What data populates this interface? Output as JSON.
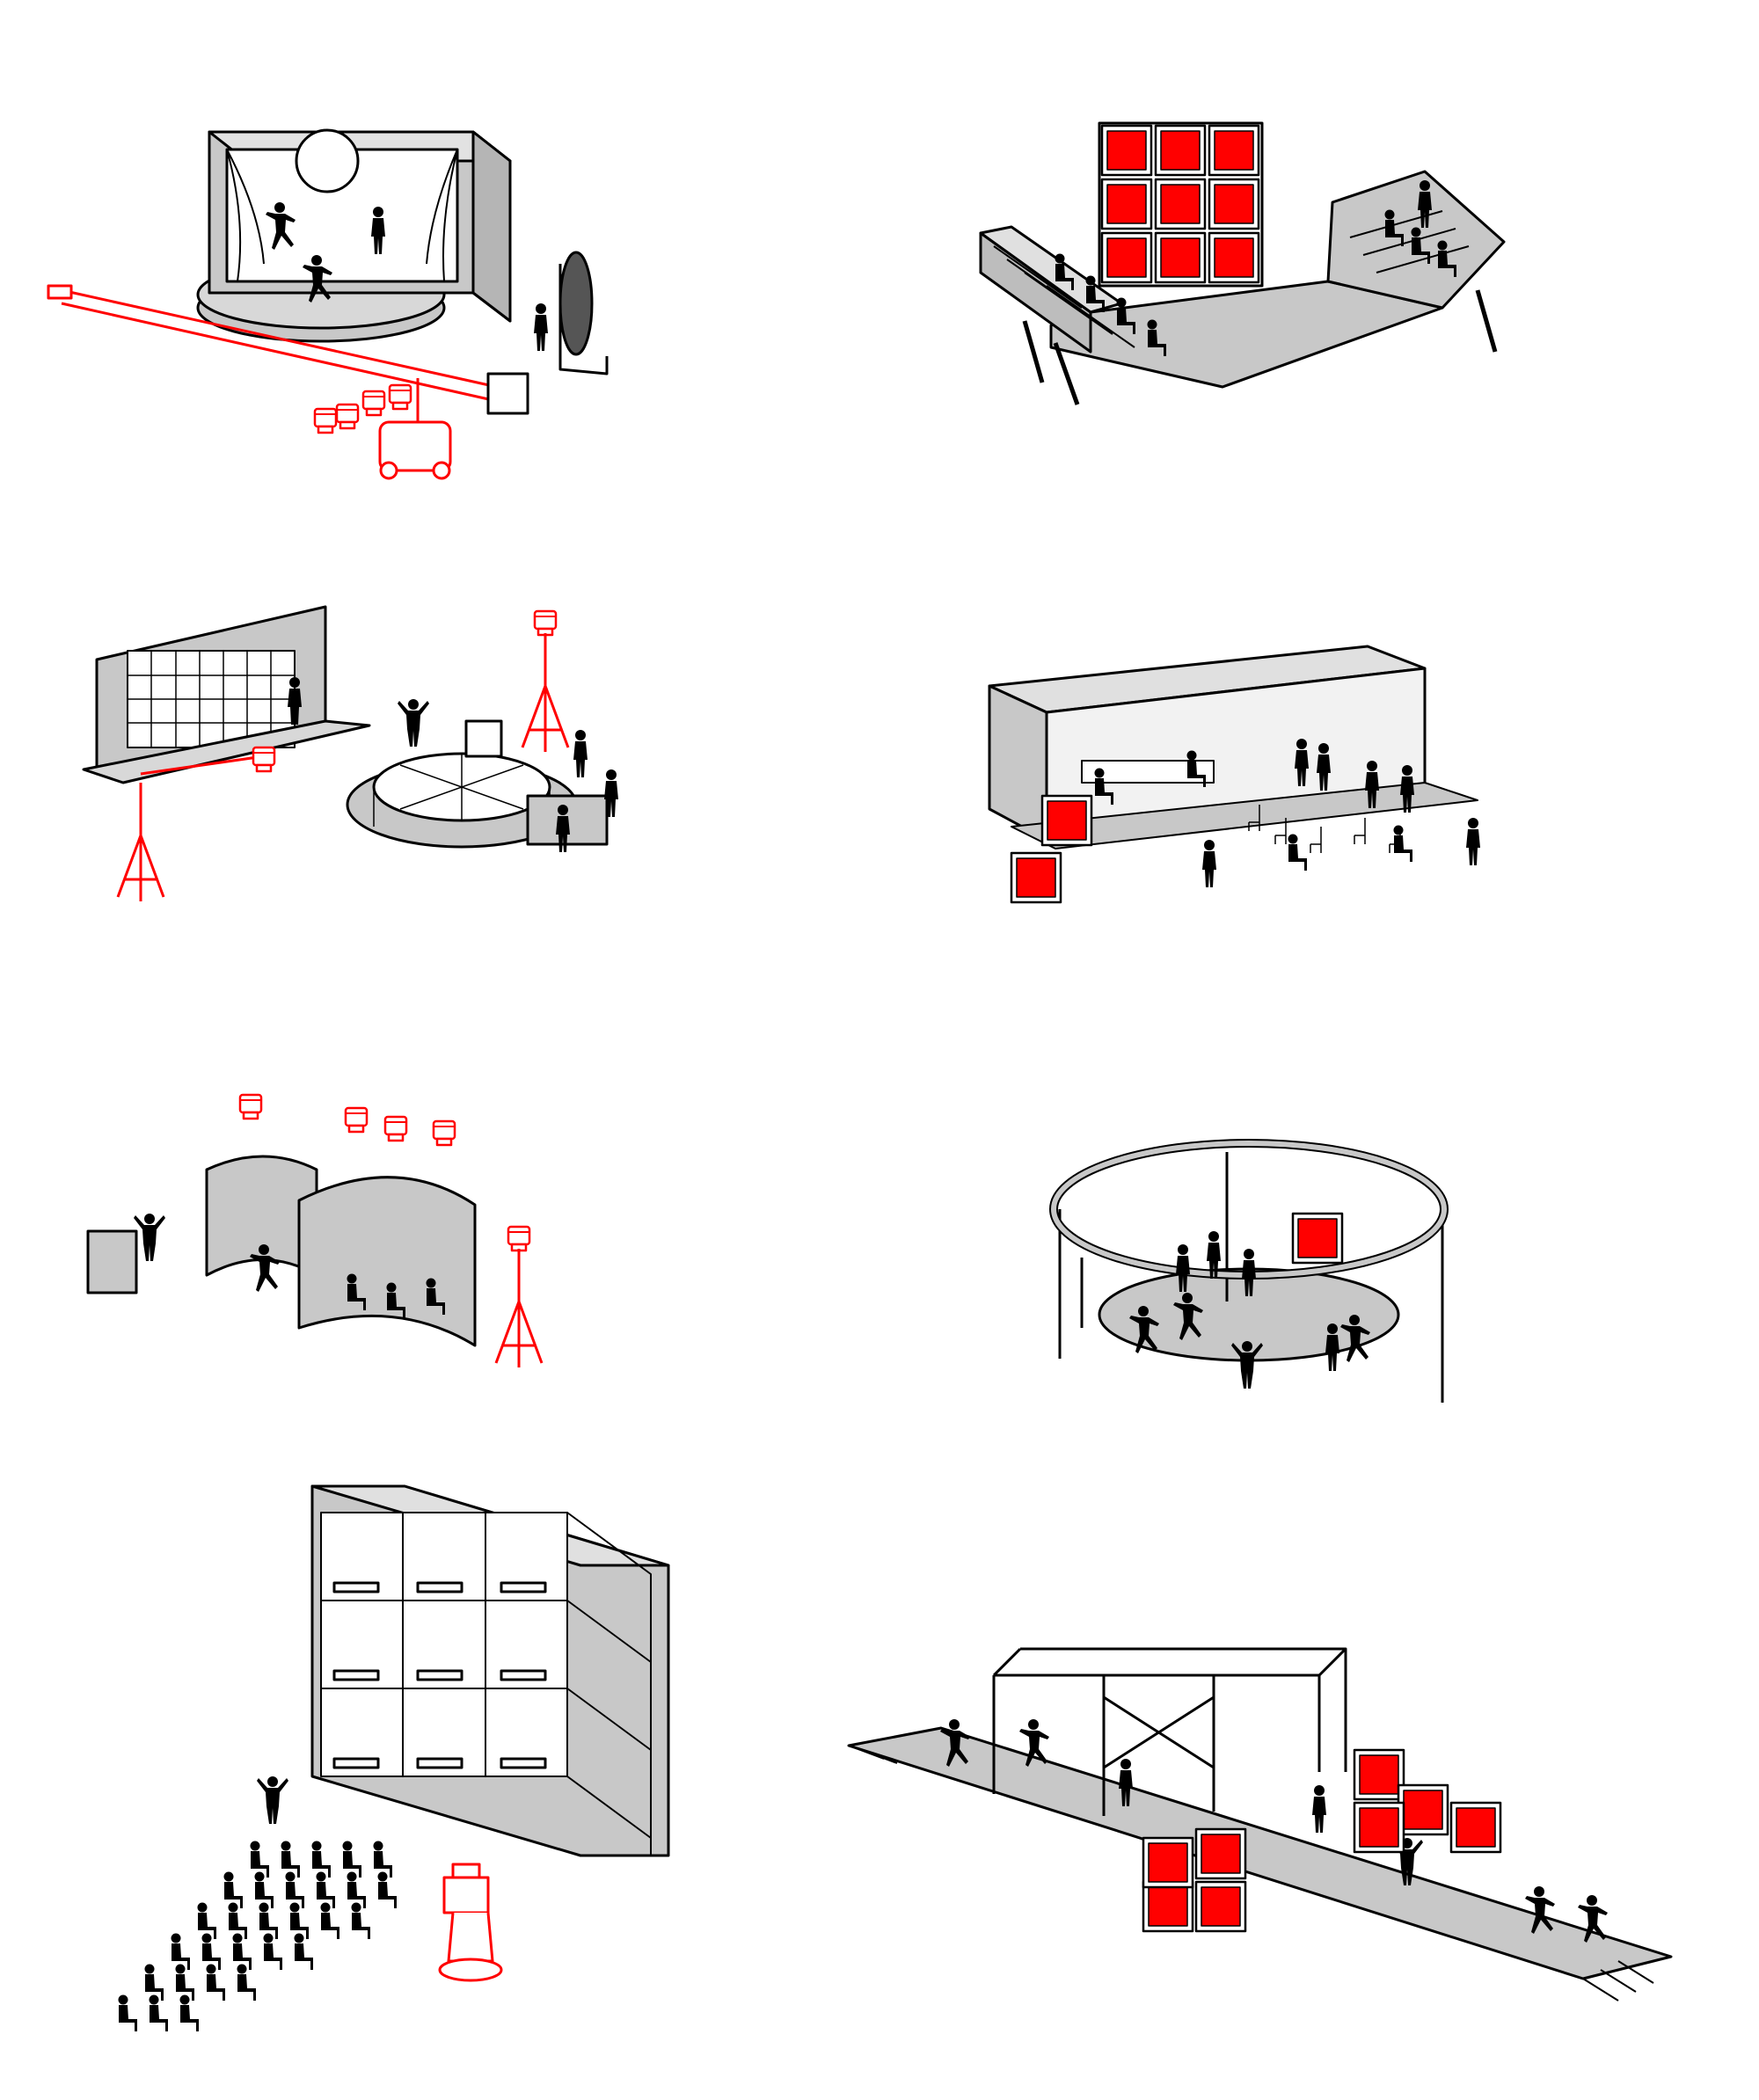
{
  "palette": {
    "background": "#ffffff",
    "structure_fill": "#c8c8c8",
    "structure_light": "#e6e6e6",
    "outline": "#000000",
    "accent_red": "#ff0000",
    "silhouette": "#000000"
  },
  "panels": [
    {
      "id": "theatre-stage",
      "icon": "proscenium-stage-icon",
      "equipment": "camera-crane-icon"
    },
    {
      "id": "tribune-screens",
      "icon": "bleacher-stage-icon",
      "equipment": "video-wall-icon"
    },
    {
      "id": "game-show-set",
      "icon": "wheel-set-icon",
      "equipment": "spotlight-icon"
    },
    {
      "id": "bar-container",
      "icon": "cafe-bar-icon",
      "equipment": "monitor-box-icon"
    },
    {
      "id": "curved-walls",
      "icon": "curved-partition-icon",
      "equipment": "spotlight-icon"
    },
    {
      "id": "ring-pavilion",
      "icon": "ring-canopy-icon",
      "equipment": "monitor-box-icon"
    },
    {
      "id": "grid-shelf",
      "icon": "shelf-grid-icon",
      "equipment": "studio-camera-icon"
    },
    {
      "id": "runway-frame",
      "icon": "runway-frame-icon",
      "equipment": "monitor-box-icon"
    }
  ]
}
